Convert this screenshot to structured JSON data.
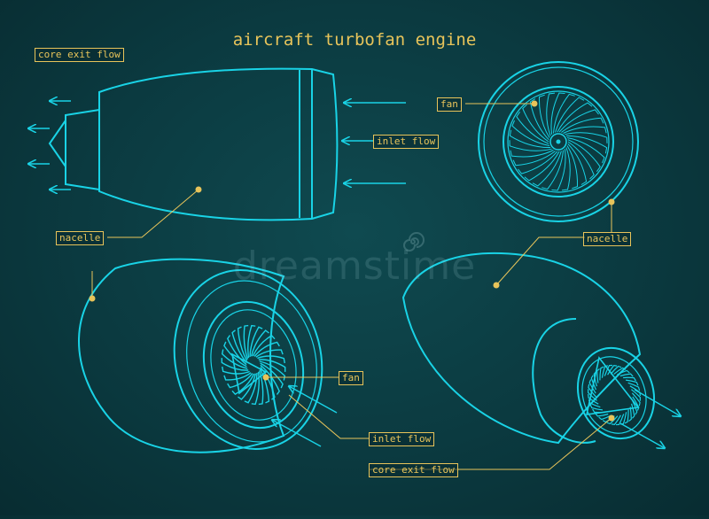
{
  "title": "aircraft turbofan engine",
  "labels": {
    "core_exit_flow_top": "core exit flow",
    "inlet_flow_top": "inlet flow",
    "nacelle_left": "nacelle",
    "fan_right": "fan",
    "nacelle_right": "nacelle",
    "fan_bottom": "fan",
    "inlet_flow_bottom": "inlet flow",
    "core_exit_flow_bottom": "core exit flow"
  },
  "watermark": "dreamstime",
  "colors": {
    "line": "#19d3e6",
    "label": "#e8c45a",
    "background": "#0b3a40"
  }
}
